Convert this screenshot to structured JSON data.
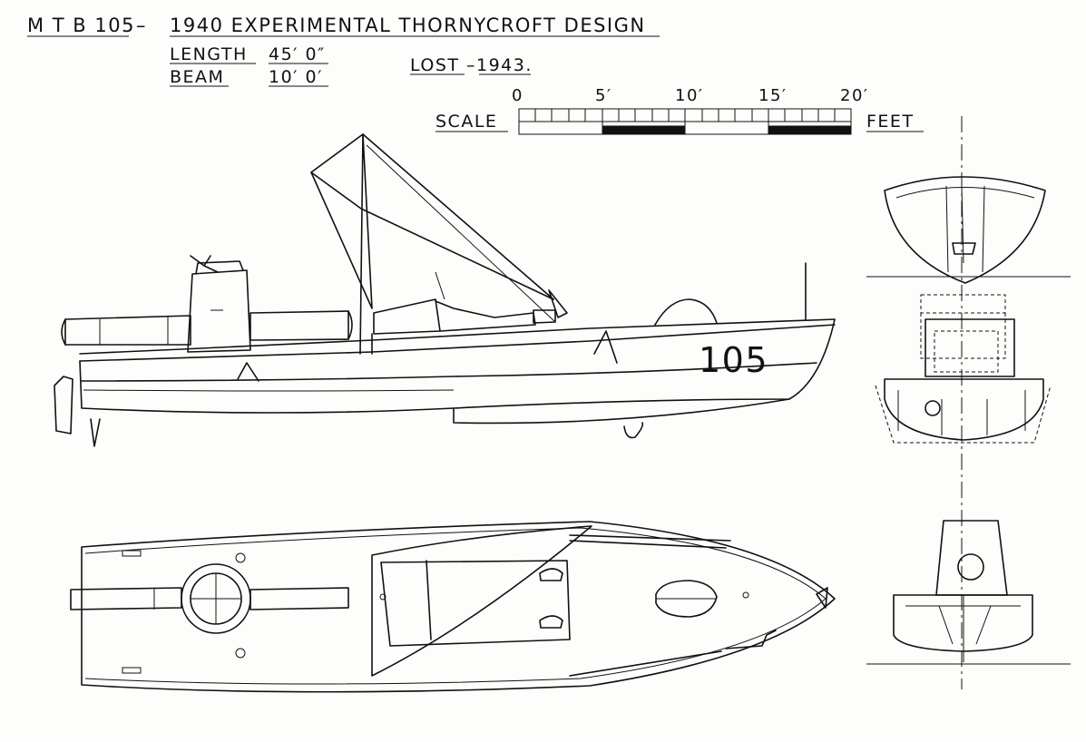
{
  "header": {
    "vessel": "M T B 105",
    "dash": "–",
    "description": "1940 EXPERIMENTAL THORNYCROFT DESIGN",
    "length_label": "LENGTH",
    "length_value": "45′ 0″",
    "beam_label": "BEAM",
    "beam_value": "10′ 0′",
    "lost_label": "LOST",
    "lost_year": "–1943."
  },
  "scale": {
    "label": "SCALE",
    "unit": "FEET",
    "ticks": [
      "0",
      "5′",
      "10′",
      "15′",
      "20′"
    ]
  },
  "hull_number": "105"
}
